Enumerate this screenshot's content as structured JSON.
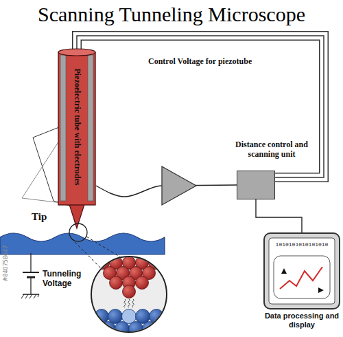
{
  "diagram": {
    "title": "Scanning Tunneling Microscope",
    "nodes": [
      {
        "text": [
          "Piezoelectric tube with electrodes"
        ]
      },
      {
        "text": [
          "Distance control and scanning unit"
        ]
      },
      {
        "text": [
          "1010101010101010",
          "Data processing and display"
        ]
      }
    ],
    "edges": [
      {
        "from": 0,
        "to": 1,
        "label": "Control Voltage for piezotube",
        "arrow": "none"
      },
      {
        "from": 0,
        "to": 1,
        "arrow": "none"
      },
      {
        "from": 1,
        "to": 2,
        "arrow": "none"
      }
    ],
    "labels": [
      "Tip",
      "Tunneling Voltage",
      "#840758647"
    ]
  }
}
